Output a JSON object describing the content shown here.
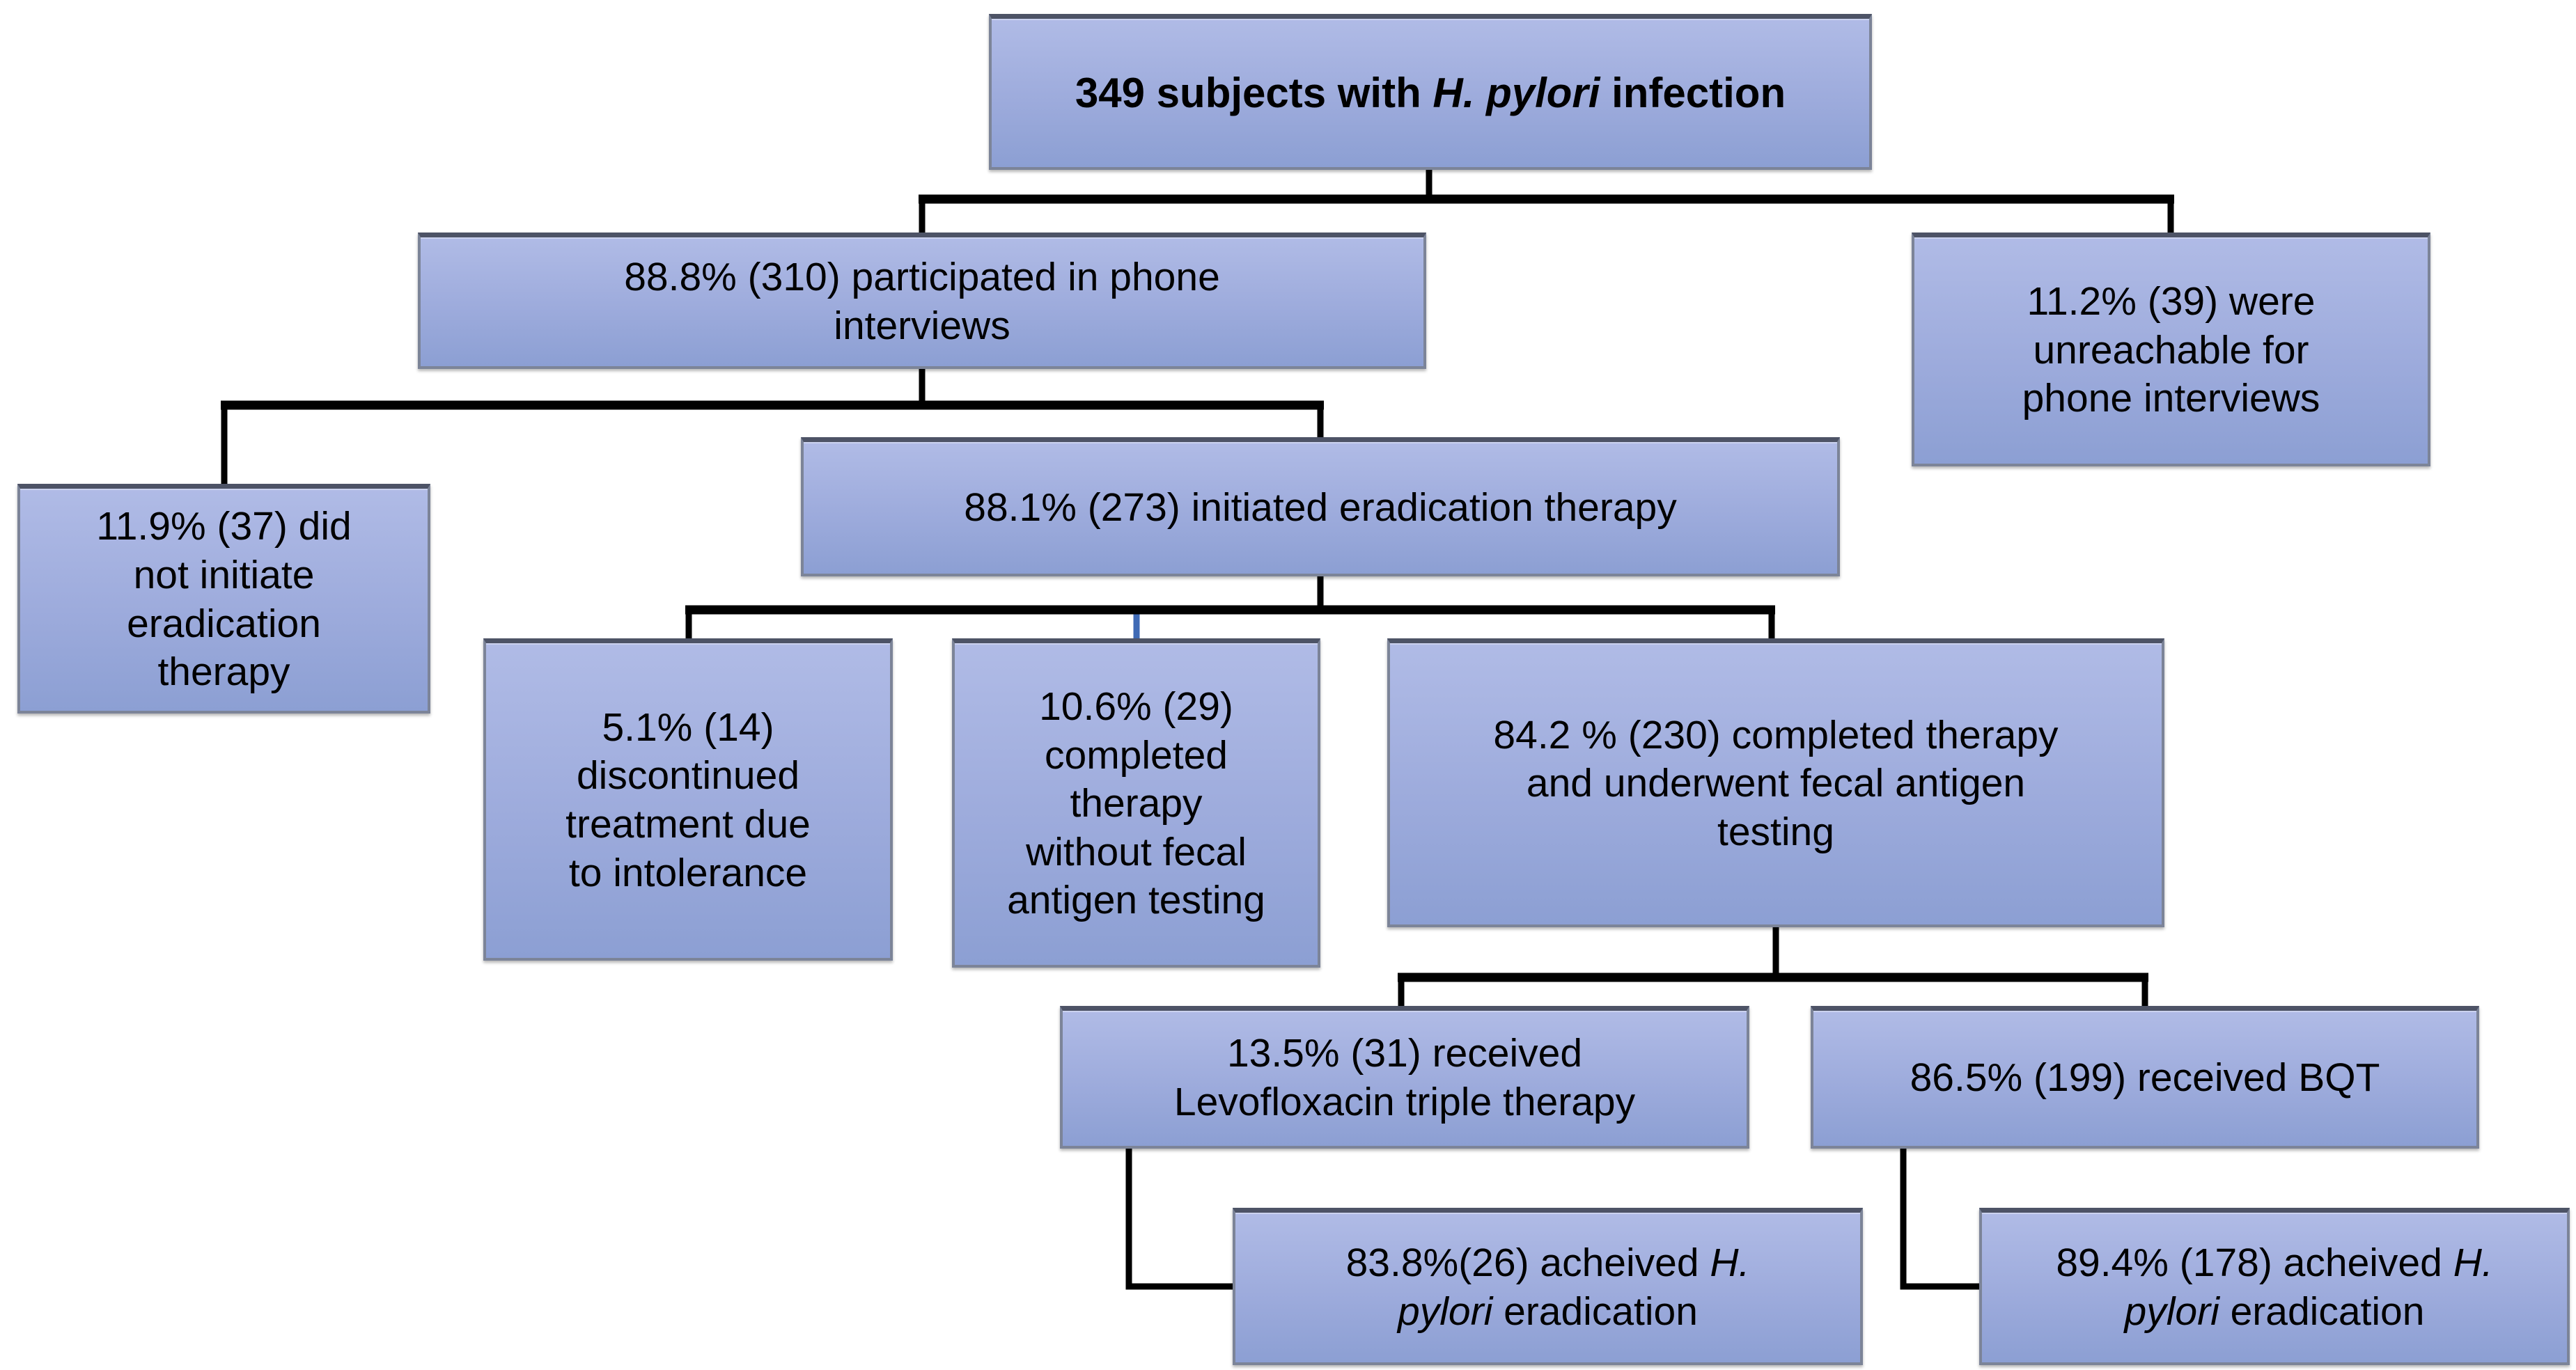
{
  "title": "Flow diagram of 349 subjects with H. pylori infection",
  "colors": {
    "box_fill_top": "#b0bbe6",
    "box_fill_mid": "#9dabdc",
    "box_fill_bottom": "#8c9fd3",
    "box_border": "#7c8498",
    "box_border_top": "#4d5366",
    "connector": "#000000",
    "connector_accent": "#3f6ab5",
    "text": "#000000",
    "background": "#ffffff"
  },
  "nodes": {
    "total": {
      "pre": "349 subjects with ",
      "italic": "H. pylori",
      "post": " infection"
    },
    "interviewed": {
      "text": "88.8% (310) participated in phone\ninterviews"
    },
    "unreachable": {
      "text": "11.2% (39) were\nunreachable for\nphone interviews"
    },
    "not_initiated": {
      "text": "11.9% (37) did\nnot initiate\neradication\ntherapy"
    },
    "initiated": {
      "text": "88.1% (273) initiated eradication therapy"
    },
    "discontinued": {
      "text": "5.1% (14)\ndiscontinued\ntreatment due\nto intolerance"
    },
    "completed_no_test": {
      "text": "10.6% (29)\ncompleted\ntherapy\nwithout fecal\nantigen testing"
    },
    "completed_tested": {
      "text": "84.2 % (230) completed therapy\nand underwent fecal antigen\ntesting"
    },
    "levofloxacin": {
      "text": "13.5% (31) received\nLevofloxacin triple therapy"
    },
    "bqt": {
      "text": "86.5% (199) received BQT"
    },
    "levo_eradicated": {
      "pre": "83.8%(26) acheived ",
      "italic": "H.\npylori",
      "post": " eradication"
    },
    "bqt_eradicated": {
      "pre": "89.4% (178) acheived ",
      "italic": "H.\npylori",
      "post": " eradication"
    }
  }
}
